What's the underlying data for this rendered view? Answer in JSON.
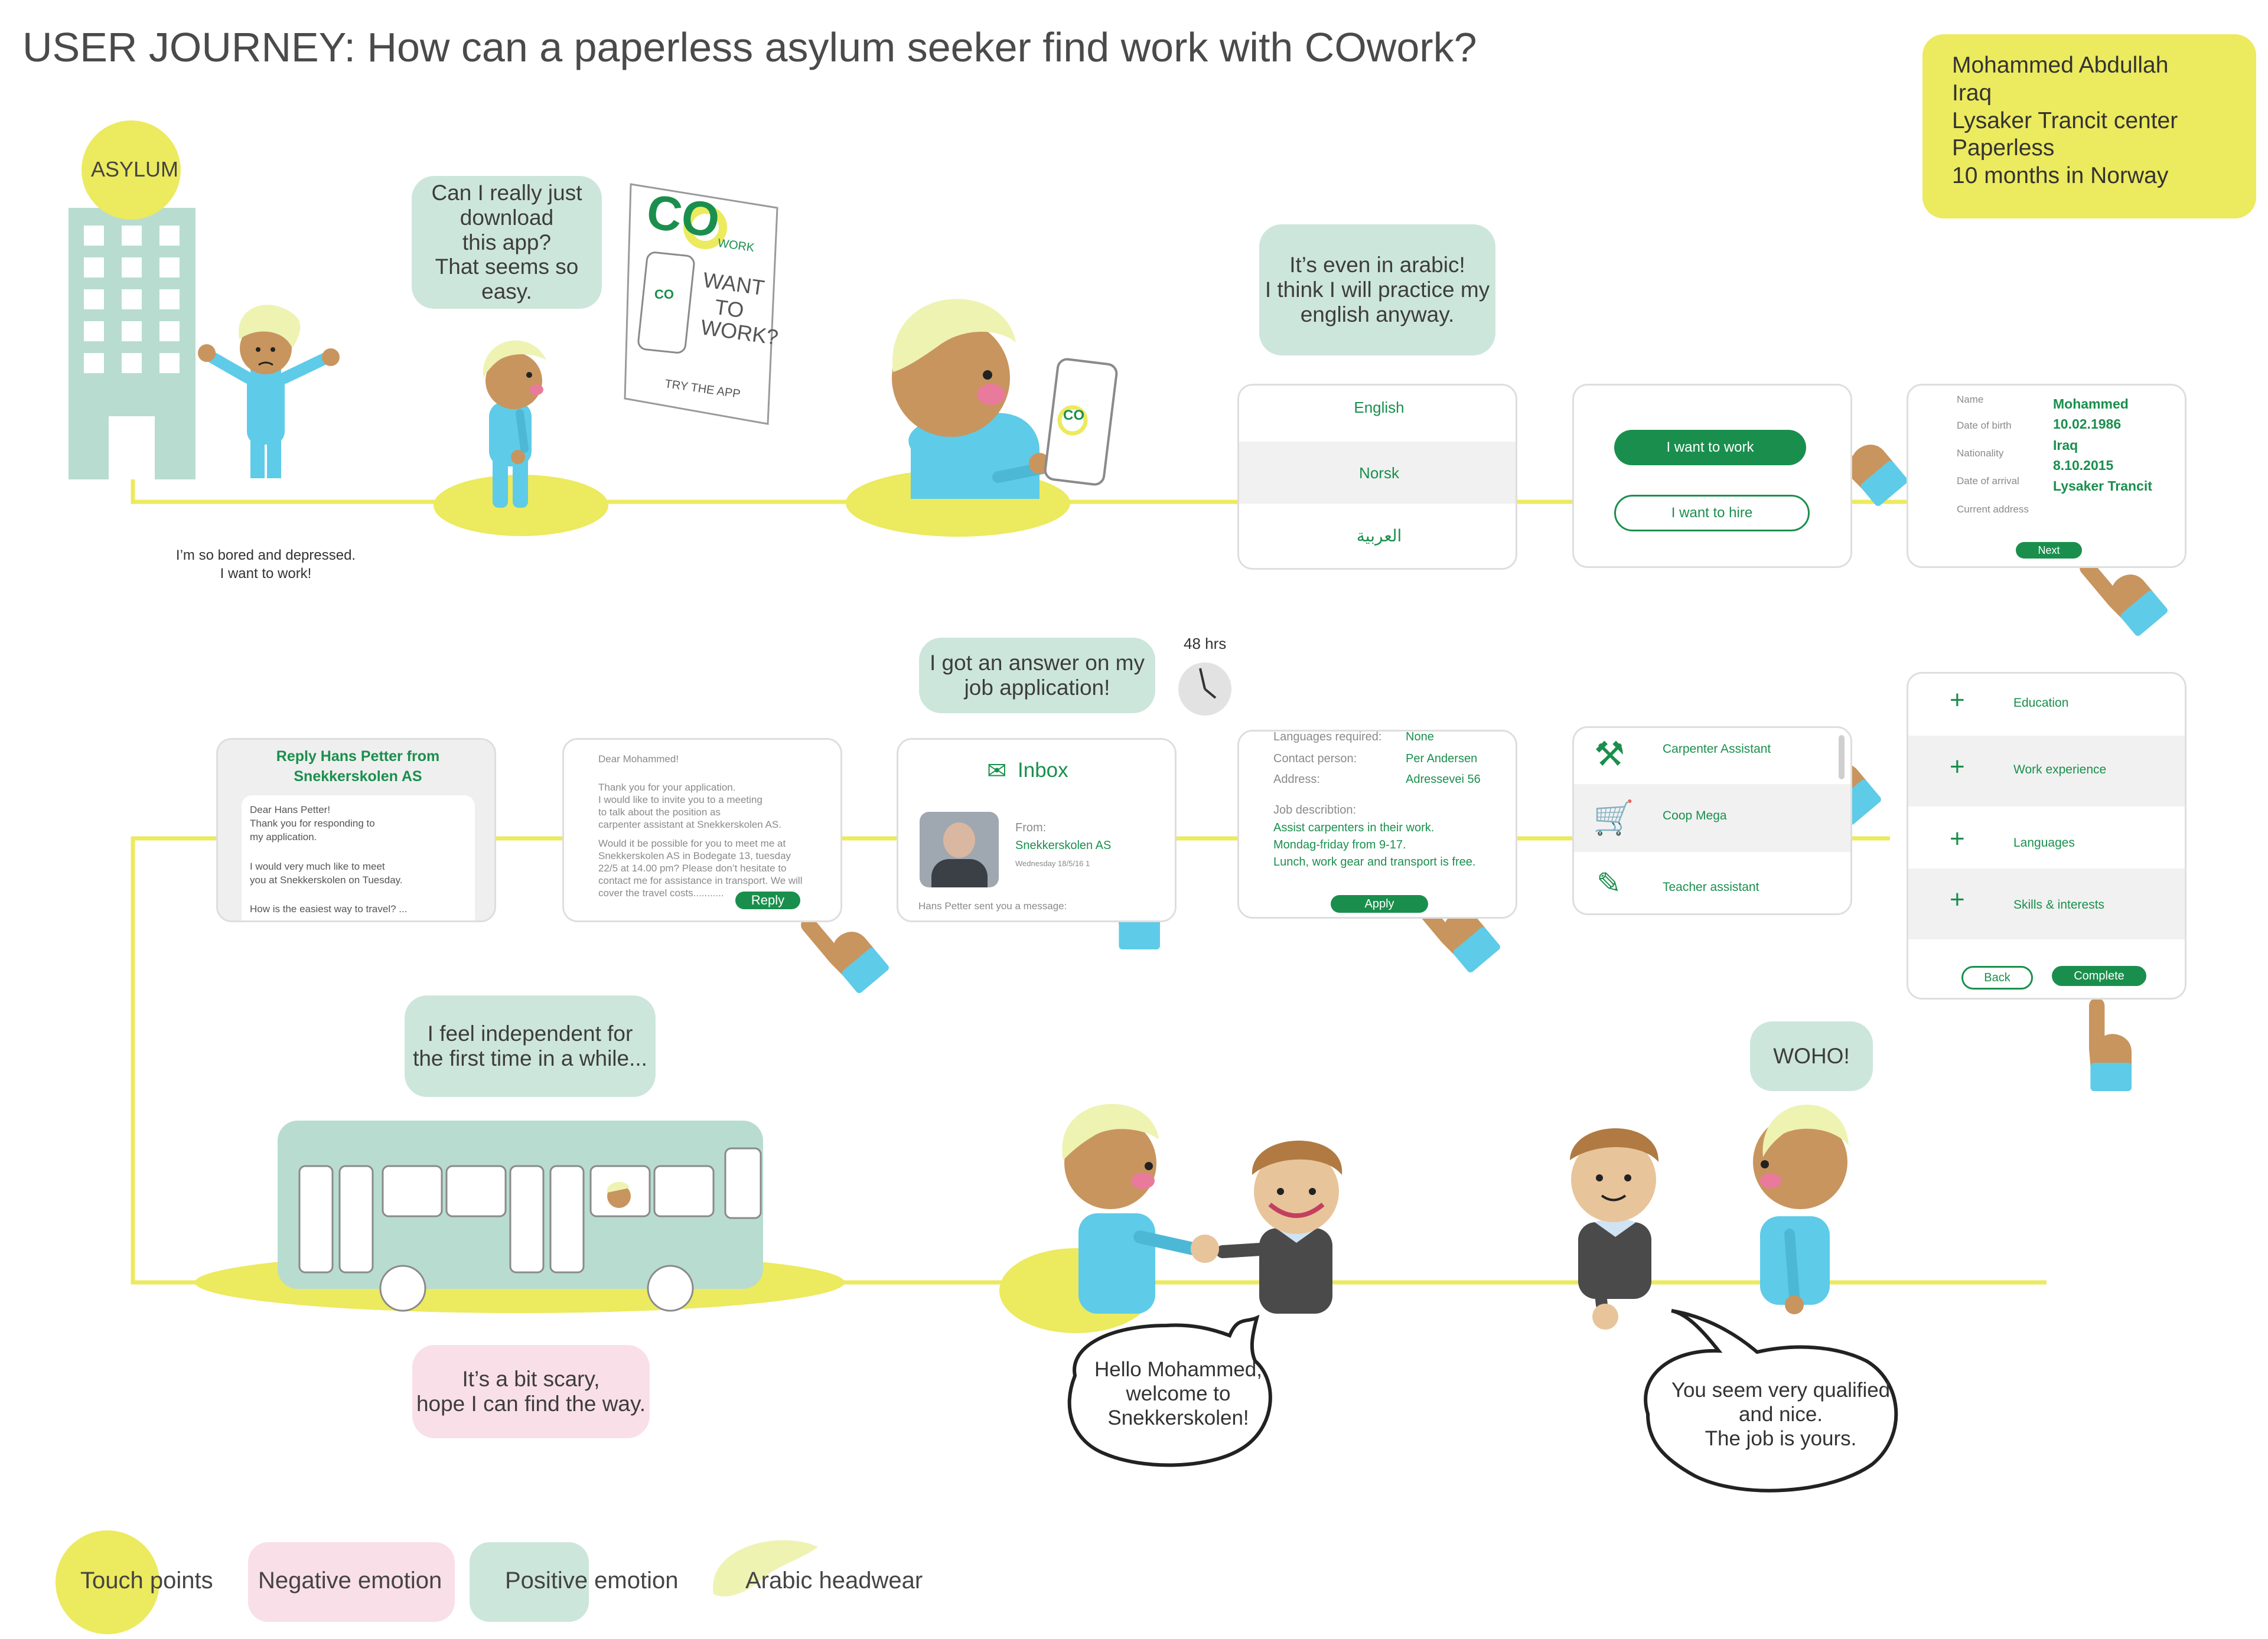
{
  "title": "USER JOURNEY: How can a paperless asylum seeker find work with COwork?",
  "persona": {
    "name": "Mohammed Abdullah",
    "country": "Iraq",
    "center": "Lysaker Trancit center",
    "status": "Paperless",
    "duration": "10 months in Norway"
  },
  "asylum_sign": "ASYLUM",
  "captions": {
    "bored": "I’m so bored and depressed.\nI want to work!"
  },
  "bubbles": {
    "download": "Can I really just\ndownload\nthis app?\nThat seems so easy.",
    "arabic": "It’s even in arabic!\nI think I will practice my\nenglish anyway.",
    "answer": "I got an answer on my\njob application!",
    "independent": "I feel independent for\nthe first time in a while...",
    "scary": "It’s a bit scary,\nhope I can find the way.",
    "woho": "WOHO!"
  },
  "speech": {
    "hello": "Hello Mohammed,\nwelcome to\nSnekkerskolen!",
    "qualified": "You seem very qualified\nand nice.\nThe job is yours."
  },
  "timer": "48 hrs",
  "poster": {
    "logo_co": "CO",
    "logo_work": "WORK",
    "headline_1": "WANT",
    "headline_2": "TO",
    "headline_3": "WORK?",
    "footer": "TRY THE APP",
    "phone_logo": "CO"
  },
  "hand_phone_logo": "CO",
  "screens": {
    "language": {
      "options": [
        "English",
        "Norsk",
        "العربية"
      ]
    },
    "mode": {
      "primary": "I want to work",
      "secondary": "I want to hire"
    },
    "profile": {
      "rows": [
        {
          "label": "Name",
          "value": "Mohammed"
        },
        {
          "label": "Date of birth",
          "value": "10.02.1986"
        },
        {
          "label": "Nationality",
          "value": "Iraq"
        },
        {
          "label": "",
          "value": "8.10.2015"
        },
        {
          "label": "Date of arrival",
          "value": "Lysaker Trancit"
        },
        {
          "label": "Current address",
          "value": ""
        }
      ],
      "next": "Next"
    },
    "sections": {
      "items": [
        "Education",
        "Work experience",
        "Languages",
        "Skills & interests"
      ],
      "back": "Back",
      "complete": "Complete"
    },
    "jobs": {
      "items": [
        "Carpenter Assistant",
        "Coop Mega",
        "Teacher assistant"
      ]
    },
    "job_detail": {
      "rows": [
        {
          "label": "Languages required:",
          "value": "None"
        },
        {
          "label": "Contact person:",
          "value": "Per Andersen"
        },
        {
          "label": "Address:",
          "value": "Adressevei 56"
        }
      ],
      "desc_label": "Job describtion:",
      "desc": [
        "Assist carpenters in their work.",
        "Mondag-friday from 9-17.",
        "Lunch, work gear and transport is free."
      ],
      "apply": "Apply"
    },
    "inbox": {
      "title": "Inbox",
      "from_label": "From:",
      "from": "Snekkerskolen AS",
      "date": "Wednesday 18/5/16 1",
      "preview": "Hans Petter sent you a message:"
    },
    "letter": {
      "greeting": "Dear Mohammed!",
      "p1": [
        "Thank you for your application.",
        "I would like to invite you to a meeting",
        "to talk about the position as",
        "carpenter assistant at Snekkerskolen AS."
      ],
      "p2": [
        "Would it be possible for you to meet me at",
        "Snekkerskolen AS in Bodegate 13, tuesday",
        "22/5 at 14.00 pm? Please don’t hesitate to",
        "contact me for assistance in transport. We will",
        "cover the travel costs..........."
      ],
      "reply": "Reply"
    },
    "reply": {
      "title_1": "Reply Hans Petter from",
      "title_2": "Snekkerskolen AS",
      "lines": [
        "Dear Hans Petter!",
        "Thank you for responding to",
        "my application.",
        "",
        "I would very much like to meet",
        "you at Snekkerskolen on Tuesday.",
        "",
        "How is the easiest way to travel? ..."
      ]
    }
  },
  "legend": {
    "touch": "Touch points",
    "negative": "Negative emotion",
    "positive": "Positive emotion",
    "headwear": "Arabic headwear"
  },
  "colors": {
    "accent_yellow": "#ecea5e",
    "headwear": "#eef3b2",
    "positive": "#cde6dc",
    "negative": "#f9dfe8",
    "brand_green": "#1a8f4d",
    "skin": "#c8955e",
    "shirt": "#5ecbe8",
    "building": "#b8dcd0"
  }
}
